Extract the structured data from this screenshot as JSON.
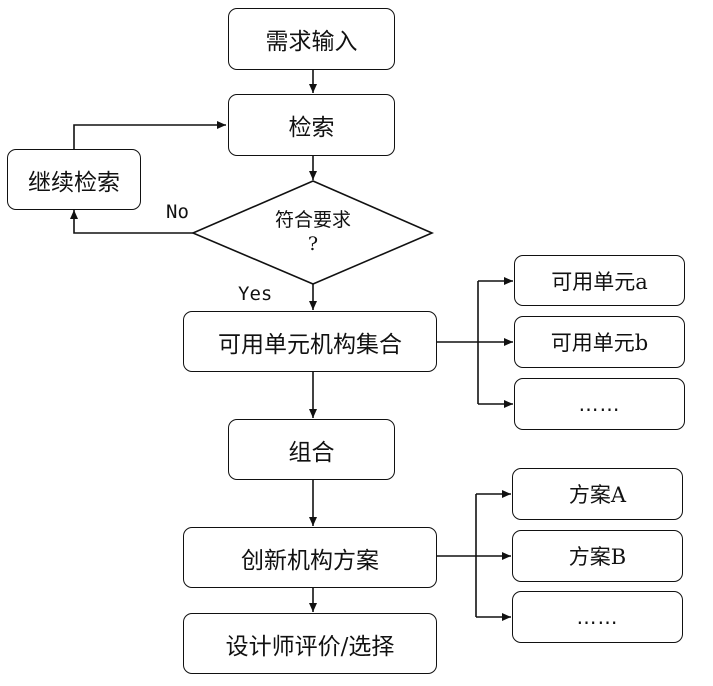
{
  "nodes": {
    "requirement": "需求输入",
    "search": "检索",
    "continue_search": "继续检索",
    "decision_line1": "符合要求",
    "decision_line2": "?",
    "unit_set": "可用单元机构集合",
    "unit_a": "可用单元a",
    "unit_b": "可用单元b",
    "unit_more": "……",
    "combine": "组合",
    "scheme": "创新机构方案",
    "scheme_a": "方案A",
    "scheme_b": "方案B",
    "scheme_more": "……",
    "evaluate": "设计师评价/选择"
  },
  "labels": {
    "no": "No",
    "yes": "Yes"
  },
  "colors": {
    "stroke": "#111111",
    "background": "#ffffff"
  }
}
